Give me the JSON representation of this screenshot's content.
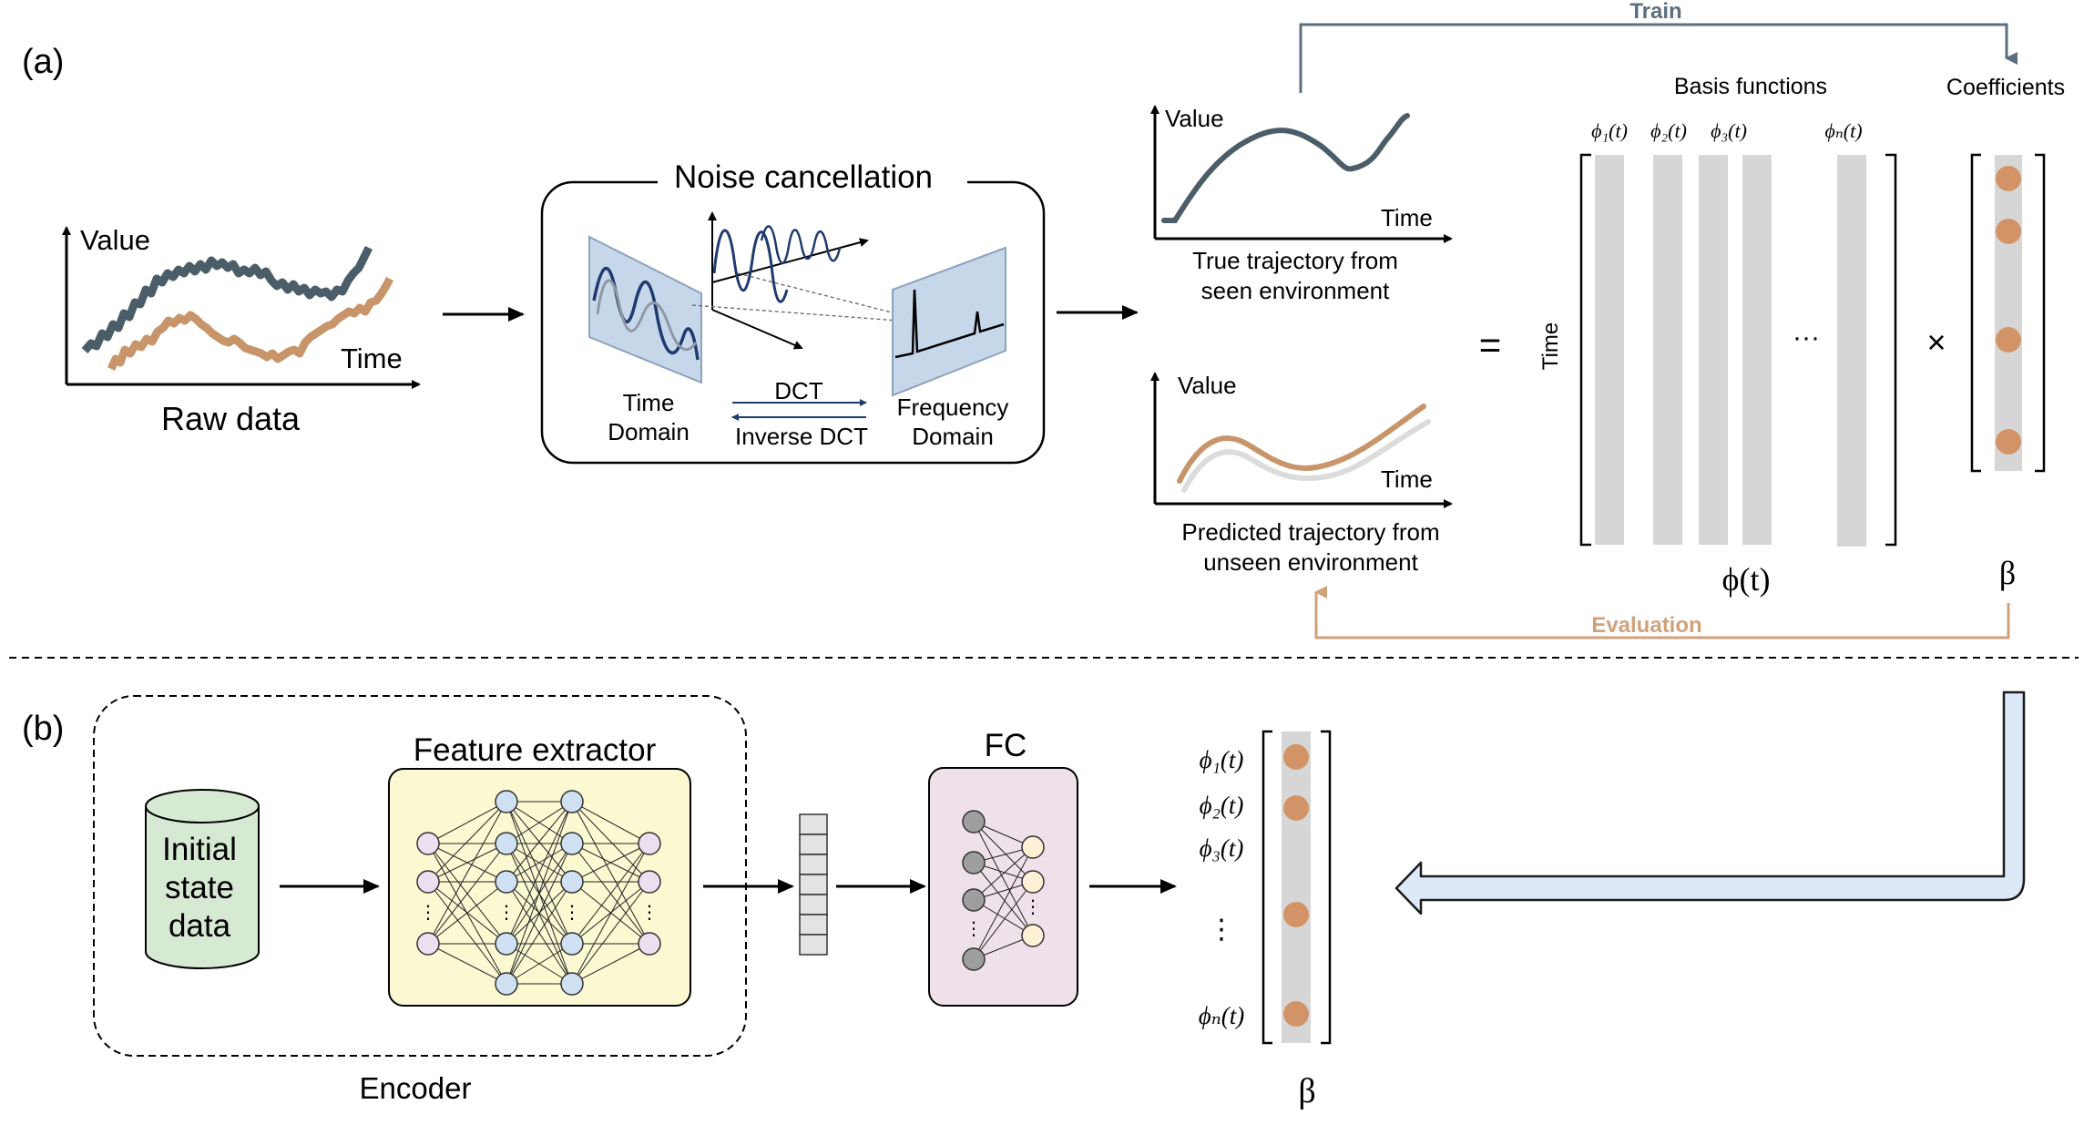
{
  "panel_a": {
    "label": "(a)",
    "raw_data": {
      "y_axis": "Value",
      "x_axis": "Time",
      "caption": "Raw data"
    },
    "noise_cancellation": {
      "title": "Noise cancellation",
      "time_domain_line1": "Time",
      "time_domain_line2": "Domain",
      "frequency_domain_line1": "Frequency",
      "frequency_domain_line2": "Domain",
      "dct": "DCT",
      "inverse_dct": "Inverse DCT"
    },
    "true_trajectory": {
      "y_axis": "Value",
      "x_axis": "Time",
      "caption_line1": "True trajectory from",
      "caption_line2": "seen environment"
    },
    "predicted_trajectory": {
      "y_axis": "Value",
      "x_axis": "Time",
      "caption_line1": "Predicted trajectory from",
      "caption_line2": "unseen environment"
    },
    "equals": "=",
    "times": "×",
    "time_label": "Time",
    "basis_functions_title": "Basis functions",
    "coefficients_title": "Coefficients",
    "phi1": "ϕ₁(t)",
    "phi2": "ϕ₂(t)",
    "phi3": "ϕ₃(t)",
    "phin": "ϕₙ(t)",
    "ellipsis": "···",
    "phi_matrix_label": "ϕ(t)",
    "beta_label": "β",
    "train_label": "Train",
    "evaluation_label": "Evaluation"
  },
  "panel_b": {
    "label": "(b)",
    "initial_state_line1": "Initial",
    "initial_state_line2": "state",
    "initial_state_line3": "data",
    "feature_extractor_title": "Feature extractor",
    "fc_title": "FC",
    "encoder_label": "Encoder",
    "phi1": "ϕ₁(t)",
    "phi2": "ϕ₂(t)",
    "phi3": "ϕ₃(t)",
    "phin": "ϕₙ(t)",
    "vertical_dots": "⋮",
    "beta_label": "β"
  },
  "colors": {
    "dark_series": "#4b5d68",
    "orange_series": "#c8956a",
    "train_arrow": "#5c6f7e",
    "evaluation_arrow": "#d0a27a",
    "basis_bar": "#d6d6d6",
    "coefficient_dot": "#d29466",
    "domain_panel": "#c7d7ea",
    "cylinder": "#d6e9d2",
    "feature_box": "#fbf9d2",
    "fc_box": "#efe1ea",
    "big_arrow": "#dde9f8",
    "big_arrow_outline": "#1a1a1a"
  }
}
